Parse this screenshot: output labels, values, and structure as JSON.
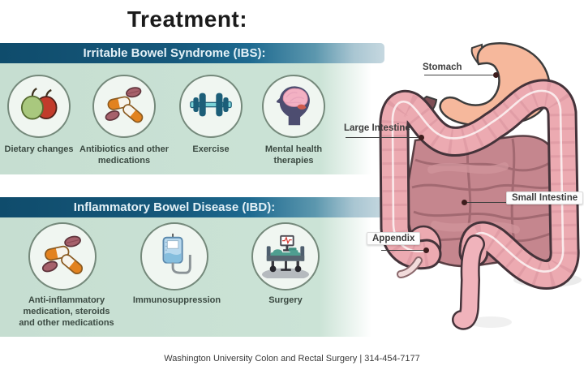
{
  "title": "Treatment:",
  "ibs": {
    "header": "Irritable Bowel Syndrome (IBS):",
    "items": [
      {
        "icon": "apples-icon",
        "label": "Dietary changes"
      },
      {
        "icon": "medications-icon",
        "label": "Antibiotics and other medications"
      },
      {
        "icon": "dumbbell-icon",
        "label": "Exercise"
      },
      {
        "icon": "brain-head-icon",
        "label": "Mental health therapies"
      }
    ]
  },
  "ibd": {
    "header": "Inflammatory Bowel Disease (IBD):",
    "items": [
      {
        "icon": "medications-icon",
        "label": "Anti-inflammatory medication, steroids and other medications"
      },
      {
        "icon": "iv-bag-icon",
        "label": "Immunosuppression"
      },
      {
        "icon": "surgery-bed-icon",
        "label": "Surgery"
      }
    ]
  },
  "anatomy": {
    "labels": {
      "stomach": "Stomach",
      "large_intestine": "Large Intestine",
      "small_intestine": "Small Intestine",
      "appendix": "Appendix"
    }
  },
  "footer": "Washington University Colon and Rectal Surgery  |  314-454-7177",
  "colors": {
    "header_bar_dark": "#0f4c6c",
    "header_bar_light": "#c6d8e0",
    "header_text": "#e4f1f7",
    "panel_mint": "#c9e0d4",
    "circle_fill": "#f0f6f1",
    "circle_border": "#75897b",
    "caption_text": "#3b4a42",
    "leader_dot": "#3d1d1d",
    "stomach_fill": "#f6b89c",
    "large_intestine_fill": "#ecaab1",
    "small_intestine_fill": "#c5868e",
    "rectum_fill": "#f0b3bb"
  }
}
